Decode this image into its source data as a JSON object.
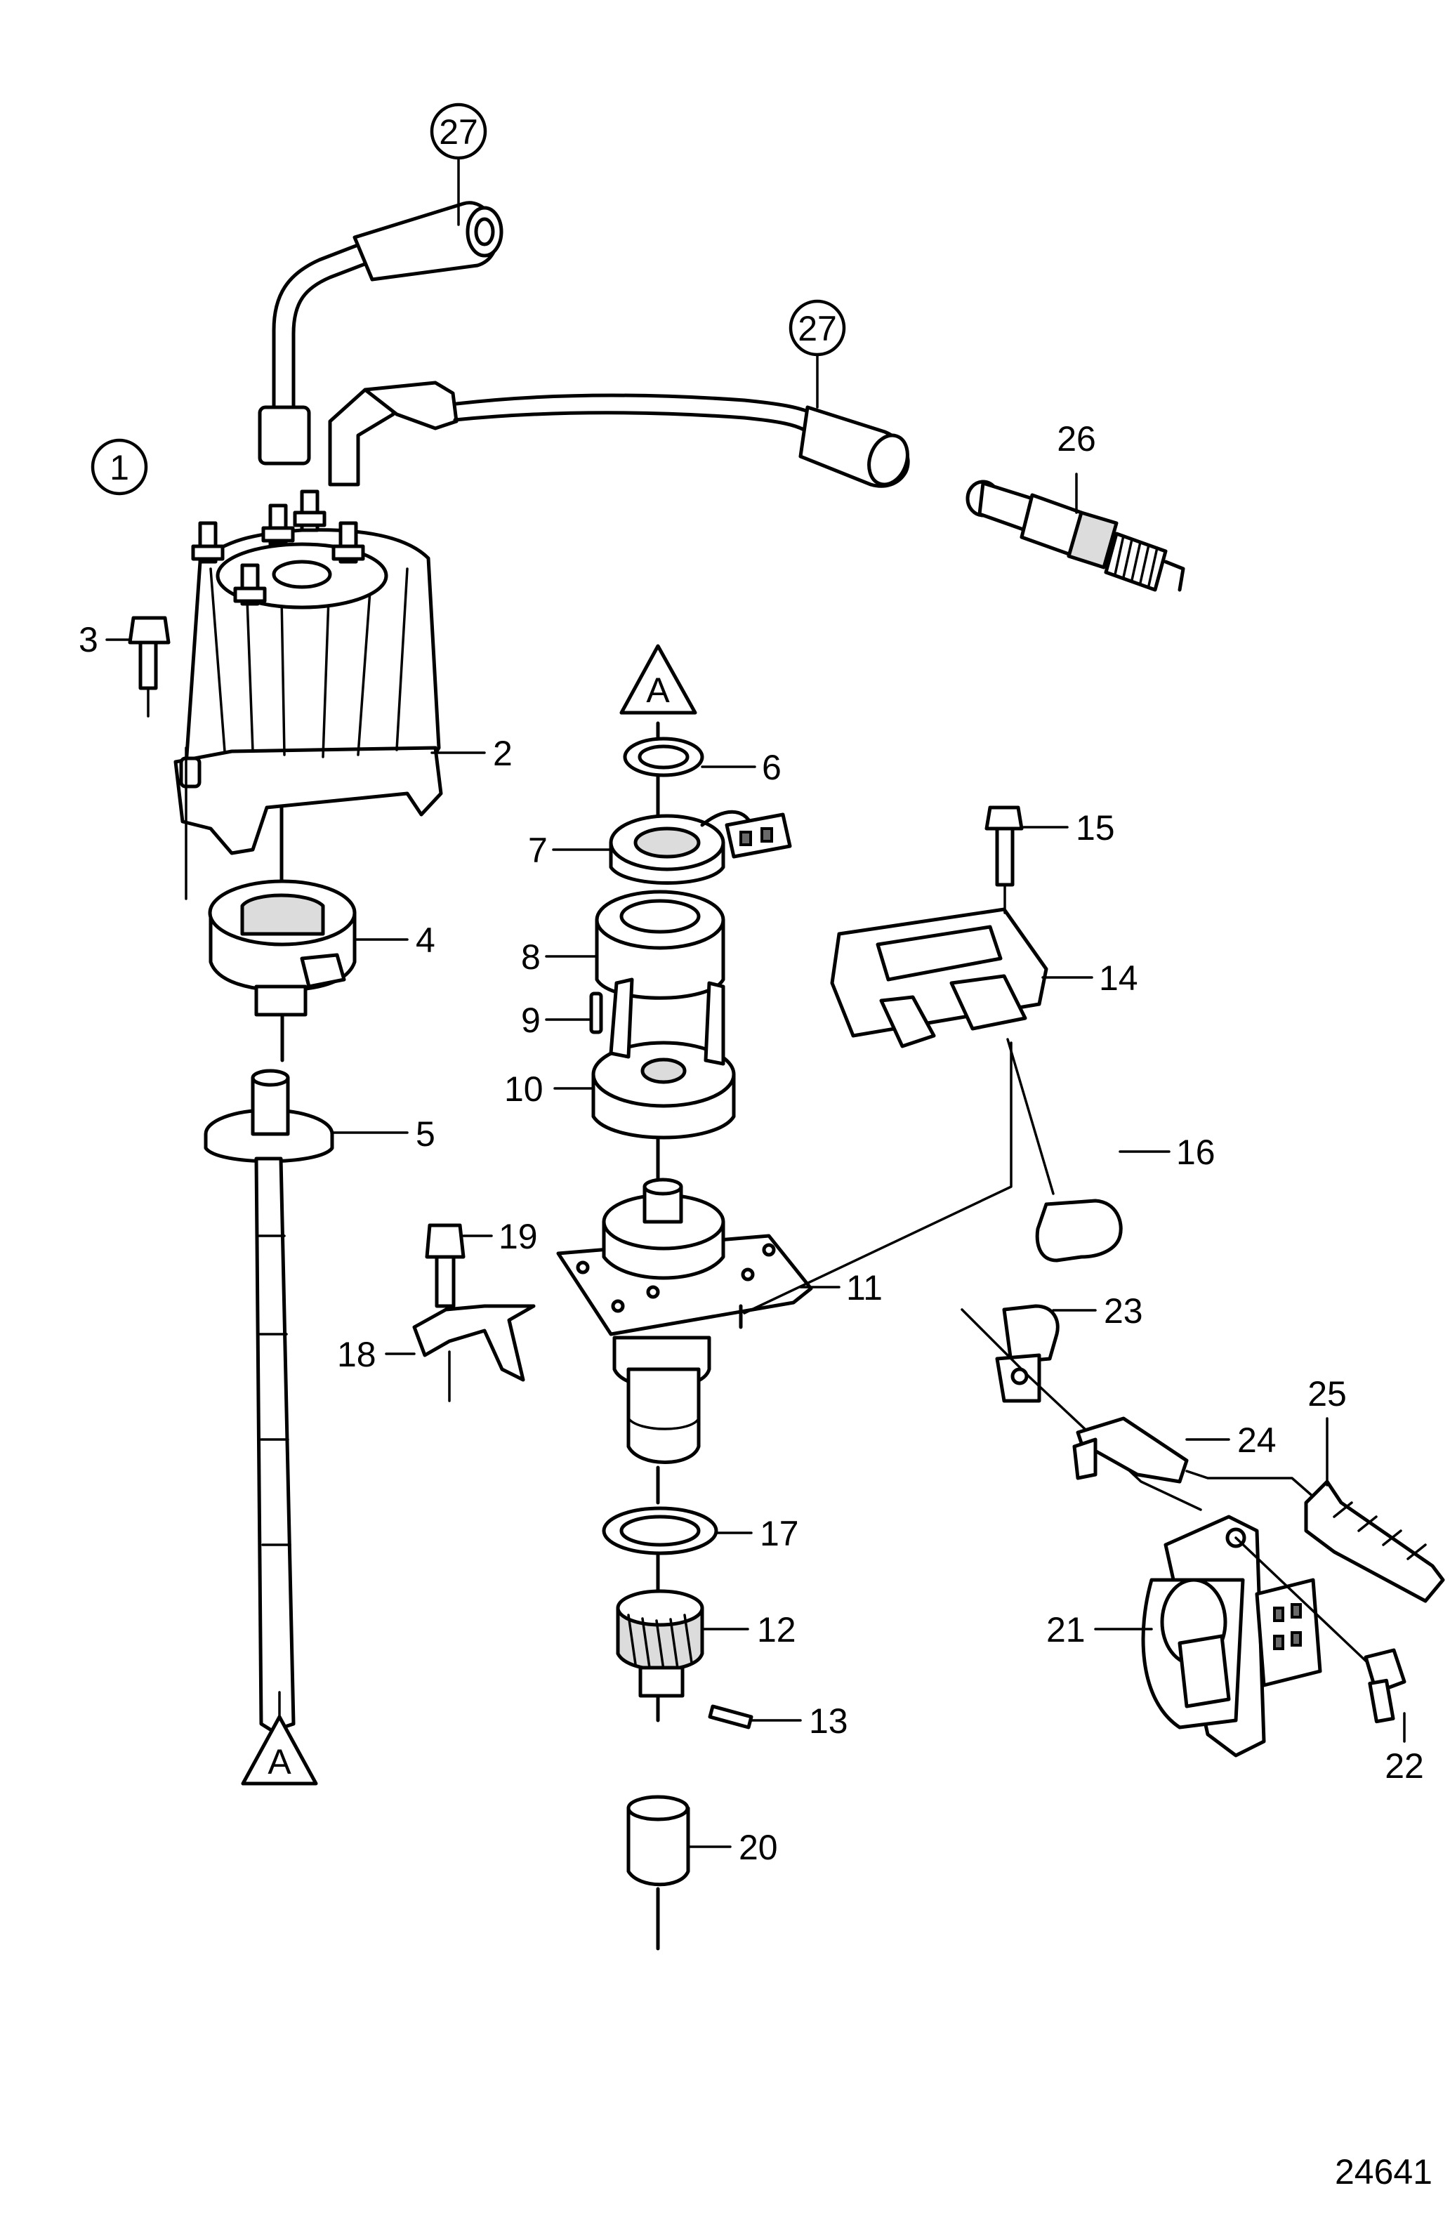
{
  "diagram": {
    "drawing_number": "24641",
    "callouts": {
      "c1": "1",
      "c2": "2",
      "c3": "3",
      "c4": "4",
      "c5": "5",
      "c6": "6",
      "c7": "7",
      "c8": "8",
      "c9": "9",
      "c10": "10",
      "c11": "11",
      "c12": "12",
      "c13": "13",
      "c14": "14",
      "c15": "15",
      "c16": "16",
      "c17": "17",
      "c18": "18",
      "c19": "19",
      "c20": "20",
      "c21": "21",
      "c22": "22",
      "c23": "23",
      "c24": "24",
      "c25": "25",
      "c26": "26",
      "c27a": "27",
      "c27b": "27"
    },
    "reference_marks": {
      "top": "A",
      "bottom": "A"
    }
  }
}
